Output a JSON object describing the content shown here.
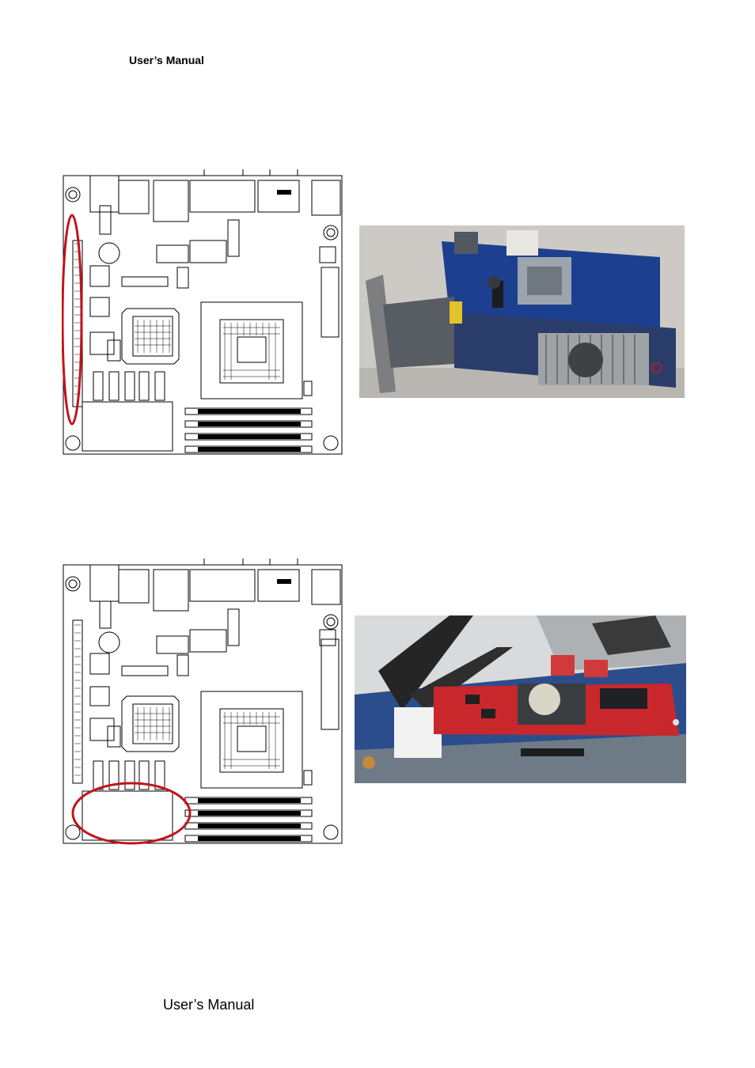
{
  "header": {
    "title": "User’s Manual"
  },
  "footer": {
    "title": "User’s Manual"
  },
  "figures": [
    {
      "kind": "board-layout-diagram",
      "highlight": "left-edge-pci-slot"
    },
    {
      "kind": "photo",
      "subject": "mini-itx-board-with-riser-card"
    },
    {
      "kind": "board-layout-diagram",
      "highlight": "mini-pcie-slot"
    },
    {
      "kind": "photo",
      "subject": "red-mini-pcie-module-installed"
    }
  ],
  "colors": {
    "highlight": "#c0141c",
    "board_blue": "#1d3f8f",
    "module_red": "#c8282c"
  }
}
